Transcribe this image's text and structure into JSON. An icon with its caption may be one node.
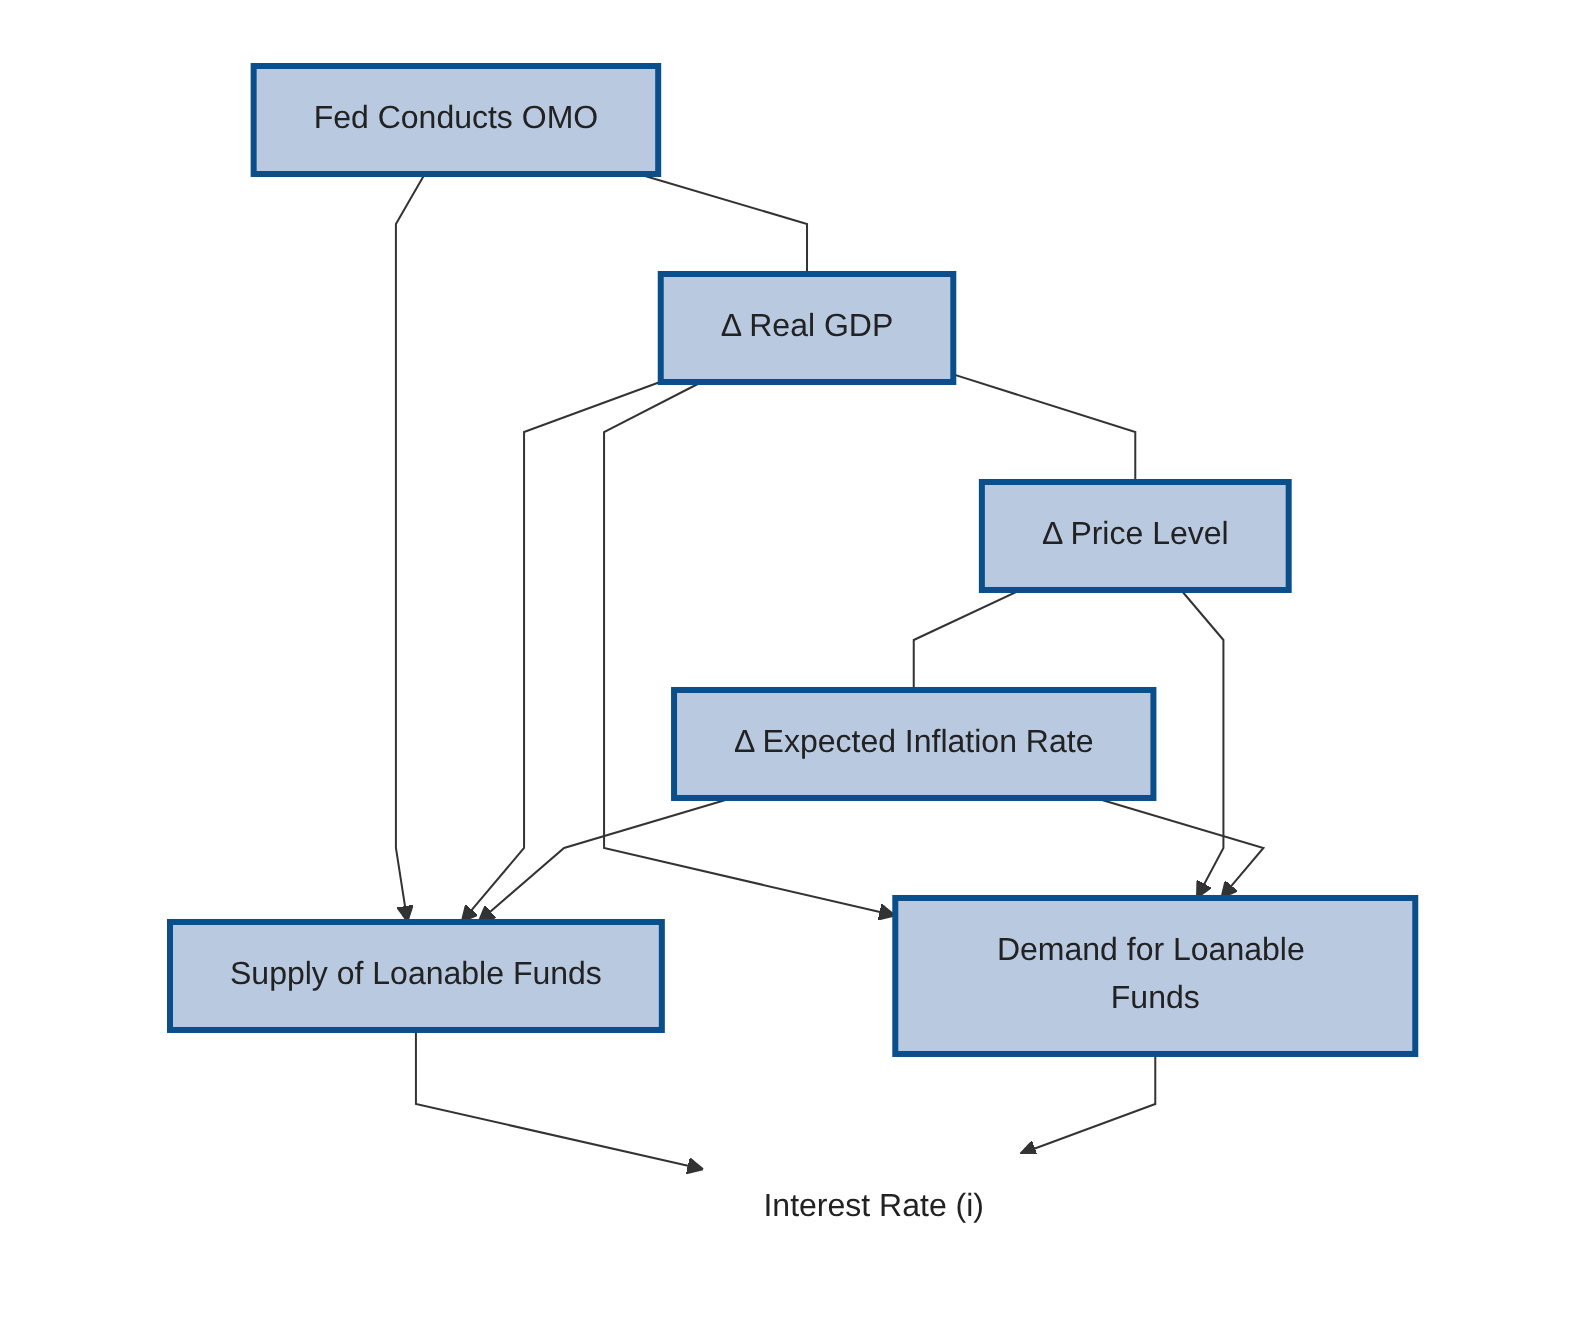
{
  "diagram": {
    "nodes": [
      {
        "text": [
          "Fed Conducts OMO"
        ]
      },
      {
        "text": [
          "Δ Real GDP"
        ]
      },
      {
        "text": [
          "Δ Price Level"
        ]
      },
      {
        "text": [
          "Δ Expected Inflation Rate"
        ]
      },
      {
        "text": [
          "Supply of Loanable Funds"
        ]
      },
      {
        "text": [
          "Demand for Loanable Funds"
        ]
      },
      {
        "text": [
          "Interest Rate (i)"
        ]
      }
    ],
    "edges": [
      {
        "from": 0,
        "to": 1,
        "arrow": "none"
      },
      {
        "from": 1,
        "to": 2,
        "arrow": "none"
      },
      {
        "from": 2,
        "to": 3,
        "arrow": "none"
      },
      {
        "from": 0,
        "to": 4,
        "arrow": "to"
      },
      {
        "from": 1,
        "to": 4,
        "arrow": "to"
      },
      {
        "from": 1,
        "to": 5,
        "arrow": "to"
      },
      {
        "from": 2,
        "to": 5,
        "arrow": "to"
      },
      {
        "from": 3,
        "to": 4,
        "arrow": "to"
      },
      {
        "from": 3,
        "to": 5,
        "arrow": "to"
      },
      {
        "from": 4,
        "to": 6,
        "arrow": "to"
      },
      {
        "from": 5,
        "to": 6,
        "arrow": "to"
      }
    ]
  }
}
